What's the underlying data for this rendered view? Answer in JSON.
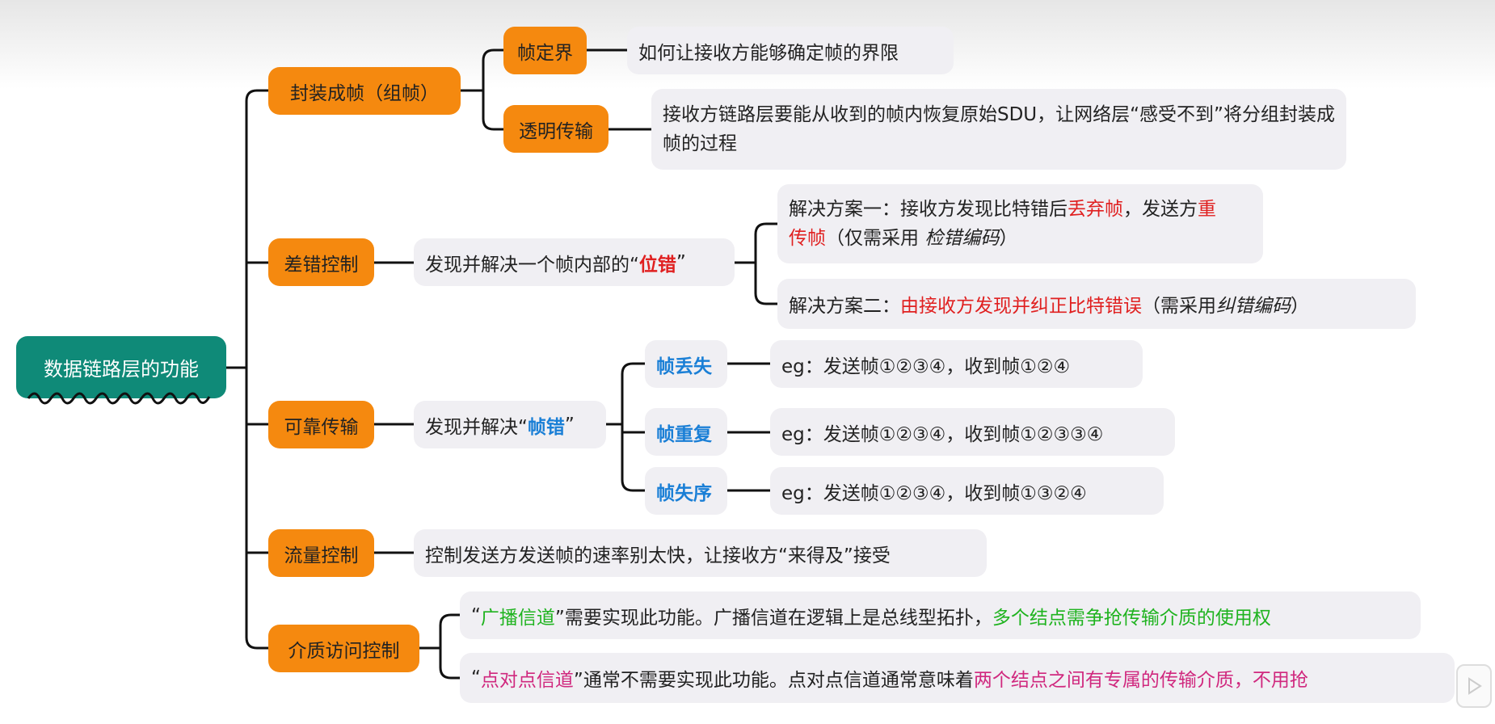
{
  "root": "数据链路层的功能",
  "l1": [
    "封装成帧（组帧）",
    "差错控制",
    "可靠传输",
    "流量控制",
    "介质访问控制"
  ],
  "framing": {
    "delim": "帧定界",
    "delim_desc": "如何让接收方能够确定帧的界限",
    "transparent": "透明传输",
    "transparent_desc": "接收方链路层要能从收到的帧内恢复原始SDU，让网络层“感受不到”将分组封装成帧的过程"
  },
  "error": {
    "desc_pre": "发现并解决一个帧内部的“",
    "desc_hl": "位错",
    "desc_post": "”",
    "s1_a": "解决方案一：接收方发现比特错后",
    "s1_b": "丢弃帧",
    "s1_c": "，发送方",
    "s1_d": "重传帧",
    "s1_e": "（仅需采用 ",
    "s1_f": "检错编码",
    "s1_g": "）",
    "s2_a": "解决方案二：",
    "s2_b": "由接收方发现并纠正比特错误",
    "s2_c": "（需采用 ",
    "s2_d": "纠错编码",
    "s2_e": "）"
  },
  "reliable": {
    "desc_pre": "发现并解决“",
    "desc_hl": "帧错",
    "desc_post": "”",
    "items": [
      {
        "label": "帧丢失",
        "eg": "eg：发送帧①②③④，收到帧①②④"
      },
      {
        "label": "帧重复",
        "eg": "eg：发送帧①②③④，收到帧①②③③④"
      },
      {
        "label": "帧失序",
        "eg": "eg：发送帧①②③④，收到帧①③②④"
      }
    ]
  },
  "flow": {
    "desc": "控制发送方发送帧的速率别太快，让接收方“来得及”接受"
  },
  "mac": {
    "b_a": "“",
    "b_b": "广播信道",
    "b_c": "”需要实现此功能。广播信道在逻辑上是总线型拓扑，",
    "b_d": "多个结点需争抢传输介质的使用权",
    "p_a": "“",
    "p_b": "点对点信道",
    "p_c": "”通常不需要实现此功能。点对点信道通常意味着",
    "p_d": "两个结点之间有专属的传输介质，不用抢"
  }
}
